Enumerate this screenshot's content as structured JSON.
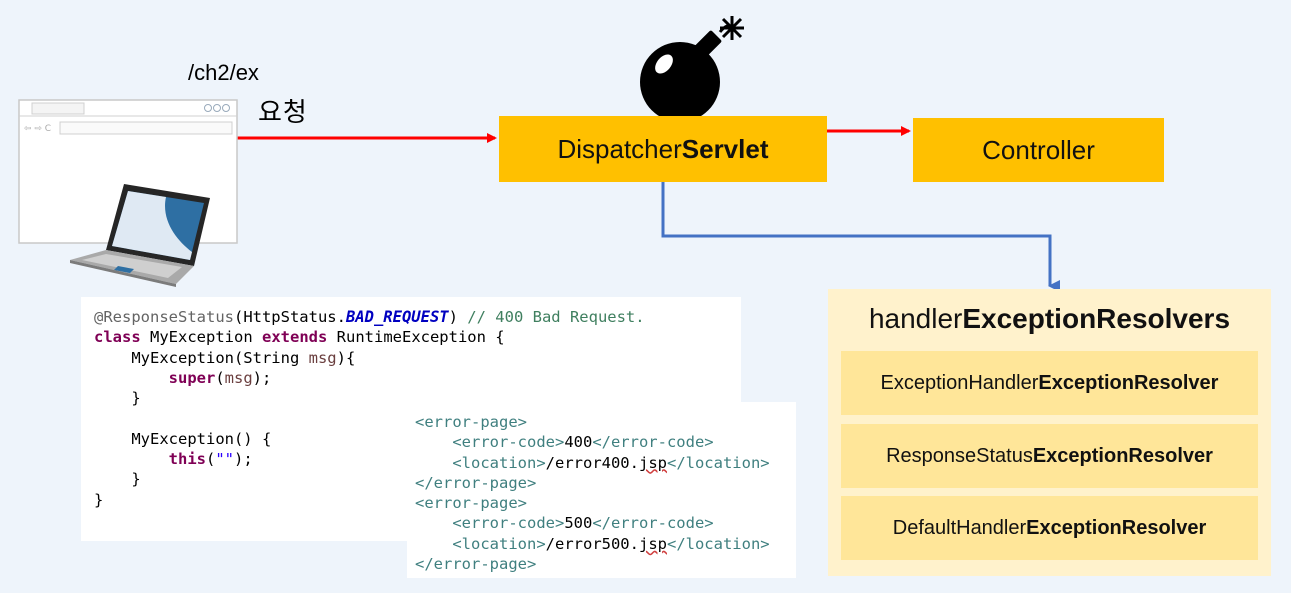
{
  "request": {
    "url": "/ch2/ex",
    "label": "요청"
  },
  "dispatcher": {
    "prefix": "Dispatcher",
    "bold": "Servlet"
  },
  "controller": {
    "label": "Controller"
  },
  "resolvers": {
    "title_prefix": "handler",
    "title_bold": "ExceptionResolvers",
    "items": [
      {
        "prefix": "ExceptionHandler",
        "bold": "ExceptionResolver"
      },
      {
        "prefix": "ResponseStatus",
        "bold": "ExceptionResolver"
      },
      {
        "prefix": "DefaultHandler",
        "bold": "ExceptionResolver"
      }
    ]
  },
  "java_code": {
    "l1_ann": "@ResponseStatus",
    "l1_open": "(HttpStatus.",
    "l1_const": "BAD_REQUEST",
    "l1_close": ") ",
    "l1_comment": "// 400 Bad Request.",
    "l2_kw1": "class",
    "l2_name": " MyException ",
    "l2_kw2": "extends",
    "l2_rest": " RuntimeException {",
    "l3_a": "    MyException(String ",
    "l3_param": "msg",
    "l3_b": "){",
    "l4_indent": "        ",
    "l4_kw": "super",
    "l4_a": "(",
    "l4_param": "msg",
    "l4_b": ");",
    "l5": "    }",
    "l6": "",
    "l7": "    MyException() {",
    "l8_indent": "        ",
    "l8_kw": "this",
    "l8_a": "(",
    "l8_str": "\"\"",
    "l8_b": ");",
    "l9": "    }",
    "l10": "}"
  },
  "xml_code": {
    "open_page": "<error-page>",
    "close_page": "</error-page>",
    "open_code": "<error-code>",
    "close_code": "</error-code>",
    "open_loc": "<location>",
    "close_loc": "</location>",
    "code1": "400",
    "loc1_path": "/error400.",
    "loc1_ext": "jsp",
    "code2": "500",
    "loc2_path": "/error500.",
    "loc2_ext": "jsp"
  },
  "colors": {
    "background": "#eef4fb",
    "servlet_box": "#ffc000",
    "controller_box": "#ffc000",
    "resolver_panel": "#fff2cc",
    "resolver_item": "#ffe699",
    "red_arrow": "#ff0000",
    "blue_arrow": "#4472c4"
  },
  "icons": [
    "browser-window-icon",
    "laptop-icon",
    "bomb-icon"
  ]
}
